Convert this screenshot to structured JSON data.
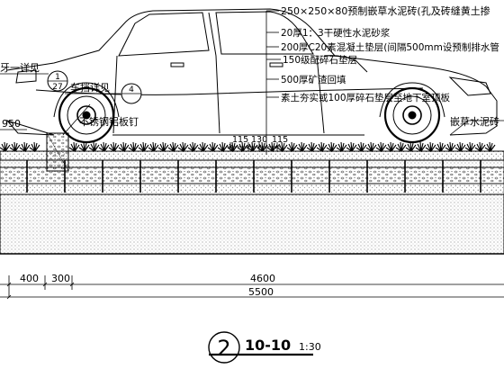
{
  "callouts": [
    "250×250×80预制嵌草水泥砖(孔及砖缝黄土掺",
    "20厚1：3干硬性水泥砂浆",
    "200厚C20素混凝土垫层(间隔500mm设预制排水管",
    "150级配碎石垫层",
    "500厚矿渣回填",
    "素土夯实或100厚碎石垫层至地下室顶板"
  ],
  "left_labels": {
    "detail_ref": "牙一详见",
    "bollard_ref": "车挡详见",
    "bollard_note": "不锈钢铝板钉",
    "dim_950": "950"
  },
  "right_label": "嵌草水泥砖",
  "detail_bubbles": [
    {
      "top": "1",
      "bottom": "27"
    },
    {
      "top": "4",
      "bottom": ""
    }
  ],
  "top_dims": [
    "115",
    "130",
    "115"
  ],
  "bottom_dims": {
    "seg_left": "400",
    "seg_mid": "300",
    "seg_main": "4600",
    "total": "5500"
  },
  "section": {
    "number": "2",
    "title": "10-10",
    "scale": "1:30"
  }
}
